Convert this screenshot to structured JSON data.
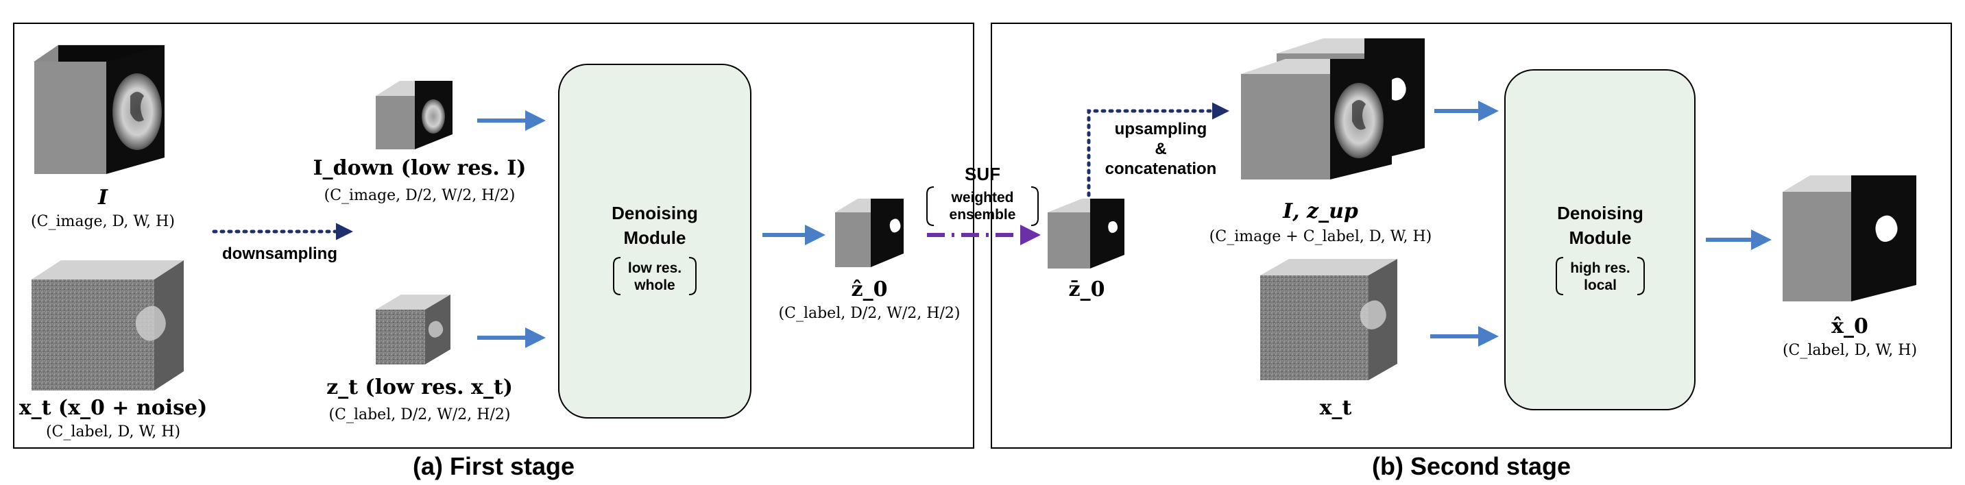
{
  "stage1": {
    "caption": "(a) First stage",
    "image_label": "I",
    "image_dims": "(C_image, D, W, H)",
    "noisy_label": "x_t (x_0 + noise)",
    "noisy_dims": "(C_label, D, W, H)",
    "downsampling": "downsampling",
    "idown_label": "I_down (low res. I)",
    "idown_dims": "(C_image, D/2, W/2, H/2)",
    "zt_label": "z_t (low res. x_t)",
    "zt_dims": "(C_label, D/2, W/2, H/2)",
    "module_title_1": "Denoising",
    "module_title_2": "Module",
    "module_note_1": "low res.",
    "module_note_2": "whole",
    "z0_label": "ẑ_0",
    "z0_dims": "(C_label, D/2, W/2, H/2)"
  },
  "suf": {
    "title": "SUF",
    "note_1": "weighted",
    "note_2": "ensemble"
  },
  "stage2": {
    "caption": "(b) Second stage",
    "zbar_label": "z̄_0",
    "upsampling_1": "upsampling",
    "upsampling_2": "&",
    "upsampling_3": "concatenation",
    "izup_label": "I, z_up",
    "izup_dims": "(C_image + C_label, D, W, H)",
    "xt_label": "x_t",
    "module_title_1": "Denoising",
    "module_title_2": "Module",
    "module_note_1": "high res.",
    "module_note_2": "local",
    "x0_label": "x̂_0",
    "x0_dims": "(C_label, D, W, H)"
  },
  "colors": {
    "arrow_blue": "#4a7fc7",
    "dotted_navy": "#1f2f6b",
    "dashdot_purple": "#6b2fa8",
    "module_fill": "#e9f2e8"
  }
}
